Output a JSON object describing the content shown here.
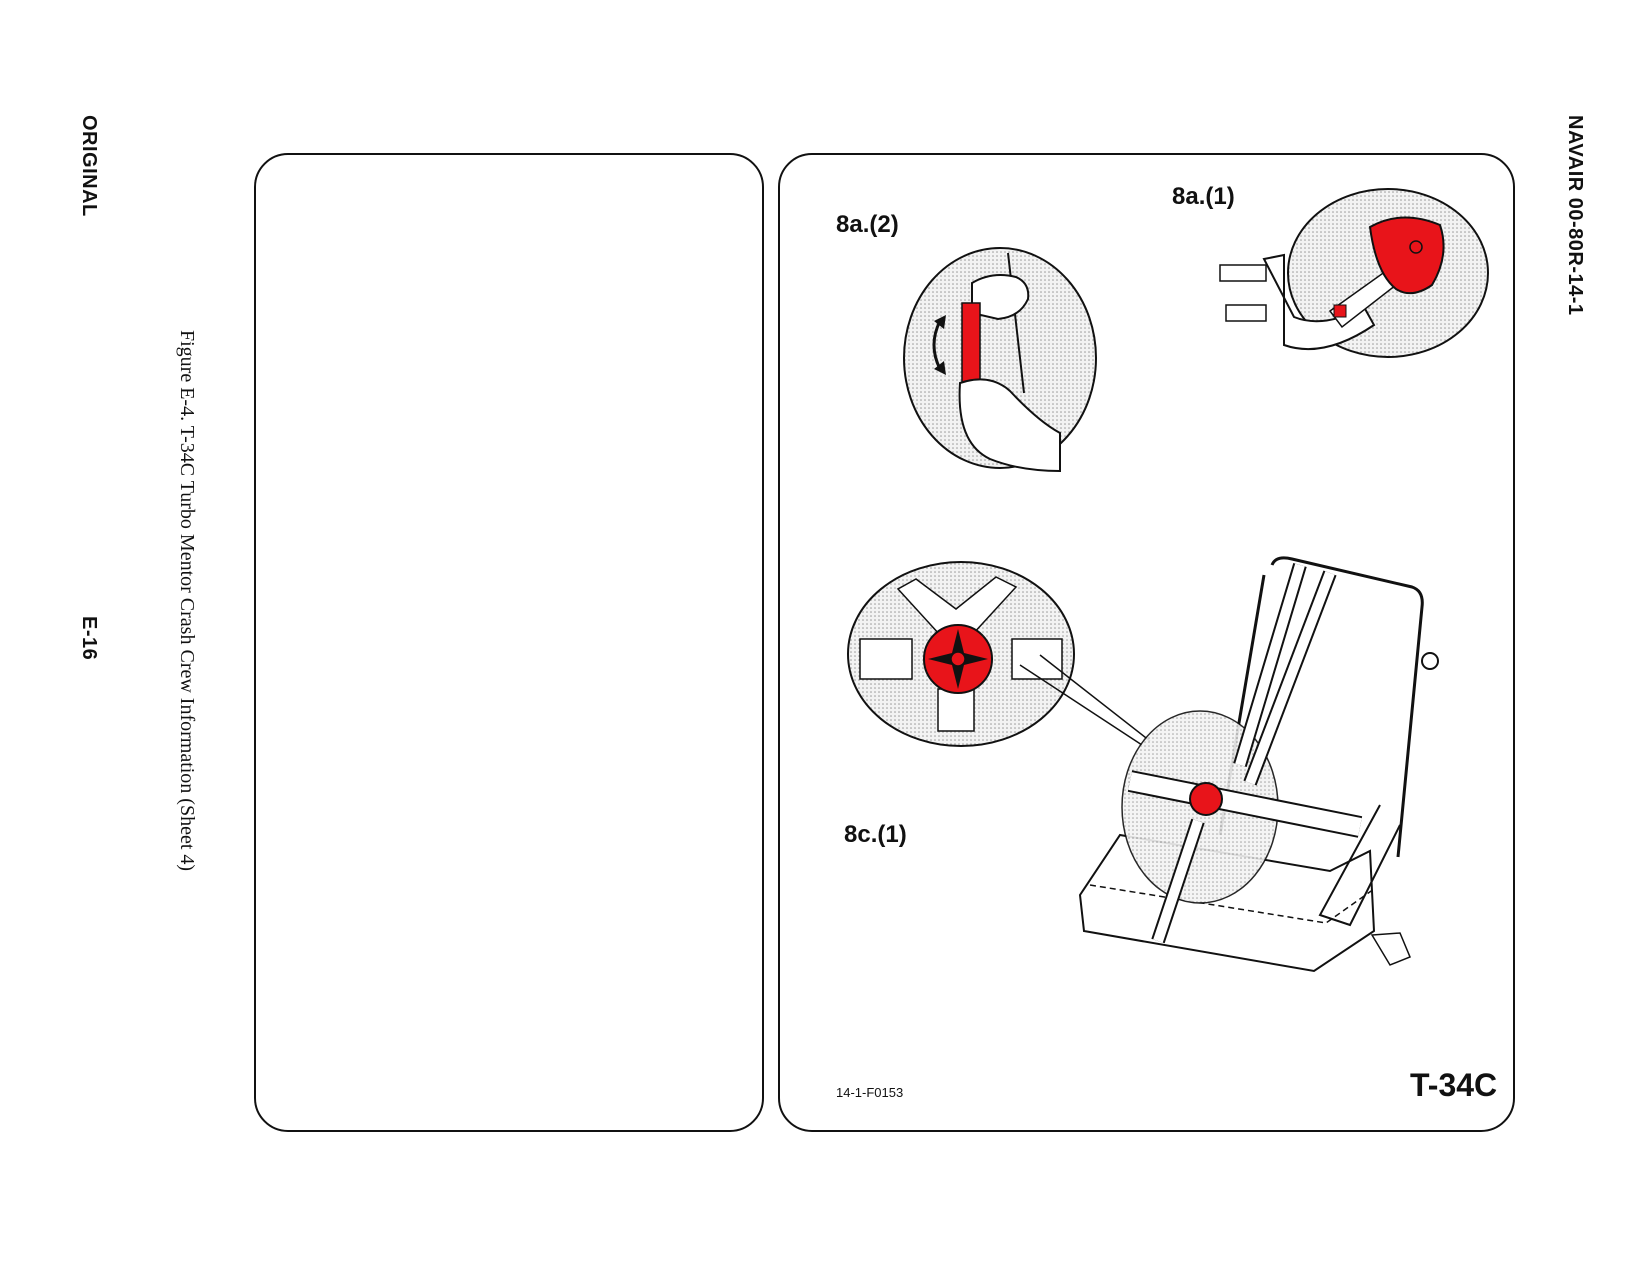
{
  "header": {
    "left_margin": "ORIGINAL",
    "right_margin": "NAVAIR 00-80R-14-1",
    "page_number": "E-16"
  },
  "caption": "Figure E-4.  T-34C Turbo Mentor Crash Crew Information (Sheet 4)",
  "figure": {
    "labels": {
      "step_8a1": "8a.(1)",
      "step_8a2": "8a.(2)",
      "step_8c1": "8c.(1)"
    },
    "figure_id": "14-1-F0153",
    "aircraft": "T-34C"
  },
  "colors": {
    "highlight": "#e8141a",
    "line": "#111111",
    "stipple": "#d9d9d9"
  }
}
